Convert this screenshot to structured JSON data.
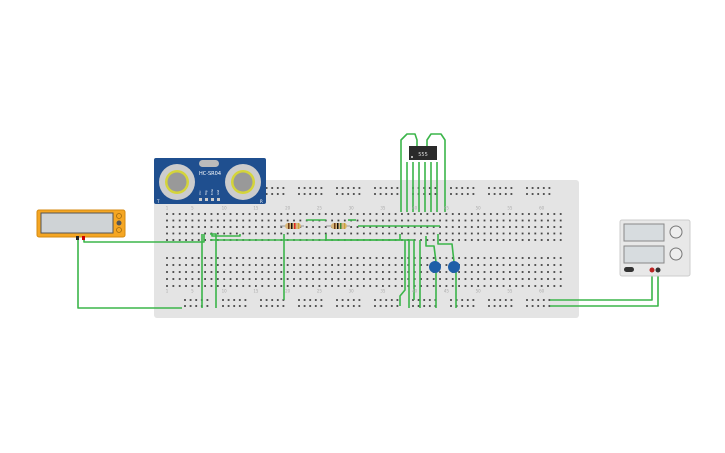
{
  "canvas": {
    "background": "#ffffff"
  },
  "breadboard": {
    "column_labels": [
      "1",
      "5",
      "10",
      "15",
      "20",
      "25",
      "30",
      "35",
      "40",
      "45",
      "50",
      "55",
      "60"
    ],
    "color": "#e4e4e4"
  },
  "sensor": {
    "model": "HC-SR04",
    "pin_labels": [
      "Vcc",
      "Trig",
      "Echo",
      "Gnd"
    ],
    "left_mark": "T",
    "right_mark": "R",
    "color": "#1f4f8f"
  },
  "timer_ic": {
    "label": "555"
  },
  "multimeter": {
    "color": "#f5a623"
  },
  "power_supply": {
    "color": "#e8e8e8"
  },
  "colors": {
    "wire": "#3bb54a",
    "capacitor": "#1f5fa8"
  }
}
